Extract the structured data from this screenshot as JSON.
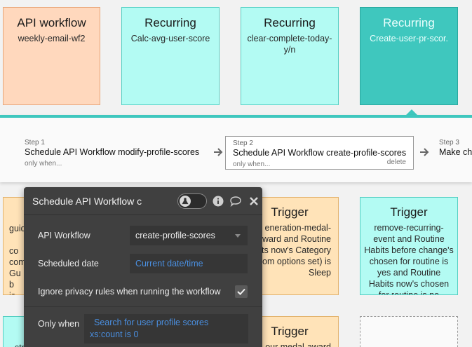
{
  "top_cards": [
    {
      "title": "API workflow",
      "subtitle": "weekly-email-wf2"
    },
    {
      "title": "Recurring",
      "subtitle": "Calc-avg-user-score"
    },
    {
      "title": "Recurring",
      "subtitle": "clear-complete-today-y/n"
    },
    {
      "title": "Recurring",
      "subtitle": "Create-user-pr-scor."
    }
  ],
  "steps": [
    {
      "label": "Step 1",
      "name": "Schedule API Workflow modify-profile-scores",
      "when": "only when..."
    },
    {
      "label": "Step 2",
      "name": "Schedule API Workflow create-profile-scores",
      "when": "only when...",
      "delete": "delete"
    },
    {
      "label": "Step 3",
      "name": "Make ch"
    }
  ],
  "mid_cards": [
    {
      "title": "",
      "text": "guid\n\nco\ncom\nGu\nb\nis"
    },
    {
      "title": "Trigger",
      "text": "eneration-medal-\naward and Routine\nbits now's Category\nom options set) is\nSleep"
    },
    {
      "title": "Trigger",
      "text": "remove-recurring-\nevent and Routine\nHabits before change's\nchosen for routine is\nyes and Routine\nHabits now's chosen\nfor routine is no"
    }
  ],
  "bottom_cards": [
    {
      "title": "",
      "text": "str"
    },
    {
      "title": "Trigger",
      "text": "our medal-award"
    }
  ],
  "panel": {
    "title": "Schedule API Workflow c",
    "api_workflow_label": "API Workflow",
    "api_workflow_value": "create-profile-scores",
    "scheduled_date_label": "Scheduled date",
    "scheduled_date_value": "Current date/time",
    "ignore_privacy_label": "Ignore privacy rules when running the workflow",
    "ignore_privacy_checked": true,
    "only_when_label": "Only when",
    "only_when_value": "Search for user profile scores xs:count is 0"
  },
  "colors": {
    "accent_teal": "#3fc7be",
    "dynamic_blue": "#4a8fe0",
    "panel_bg": "#404040"
  },
  "icons": [
    "flask-icon",
    "info-icon",
    "comment-icon",
    "close-icon",
    "arrow-right-icon",
    "chevron-down-icon",
    "checkmark-icon"
  ]
}
